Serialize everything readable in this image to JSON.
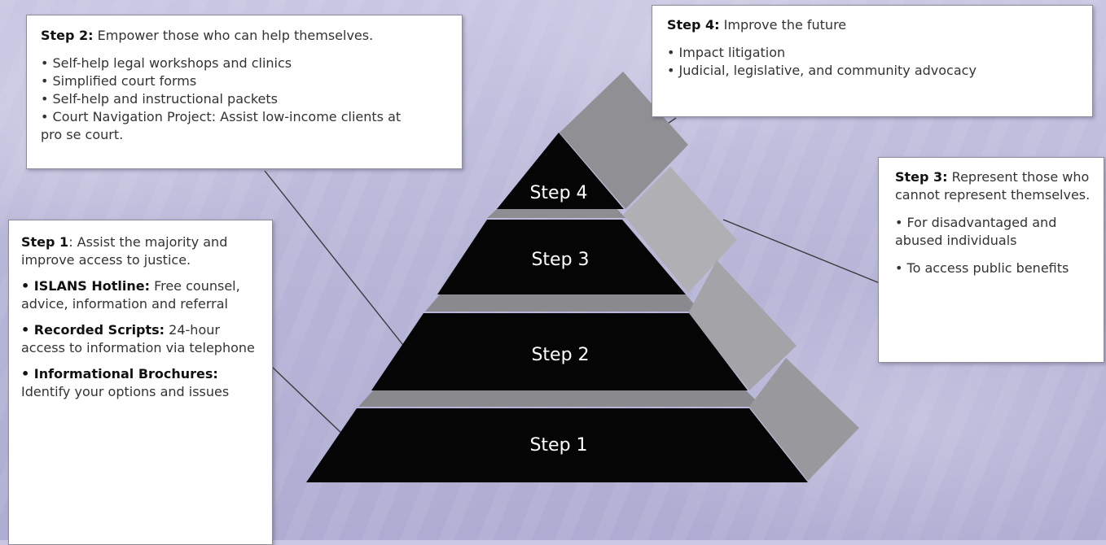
{
  "pyramid": {
    "levels": [
      "Step 1",
      "Step 2",
      "Step 3",
      "Step 4"
    ]
  },
  "step1": {
    "heading": "Step 1",
    "heading_text": ": Assist the majority and improve access to justice.",
    "items": [
      {
        "bold": "• ISLANS Hotline:",
        "text": " Free counsel, advice, information and referral"
      },
      {
        "bold": "• Recorded Scripts:",
        "text": " 24-hour access to information via telephone"
      },
      {
        "bold": "• Informational Brochures:",
        "text": " Identify your options and issues"
      }
    ]
  },
  "step2": {
    "heading": "Step 2:",
    "heading_text": " Empower those who can help themselves.",
    "items": [
      "• Self-help legal workshops and clinics",
      "• Simplified court forms",
      "• Self-help and instructional packets",
      "• Court Navigation Project: Assist low-income clients at pro se court."
    ]
  },
  "step3": {
    "heading": "Step 3:",
    "heading_text": " Represent those who cannot represent themselves.",
    "items": [
      "• For disadvantaged and abused  individuals",
      "• To access public benefits"
    ]
  },
  "step4": {
    "heading": "Step 4:",
    "heading_text": " Improve the future",
    "items": [
      "• Impact litigation",
      "• Judicial, legislative, and community advocacy"
    ]
  },
  "colors": {
    "pyramid_front": "#050505",
    "pyramid_side_light": "#a9a9ad",
    "pyramid_side_dark": "#7d7d82",
    "separator": "#8a8a8e",
    "connector": "#3a3a3a"
  }
}
